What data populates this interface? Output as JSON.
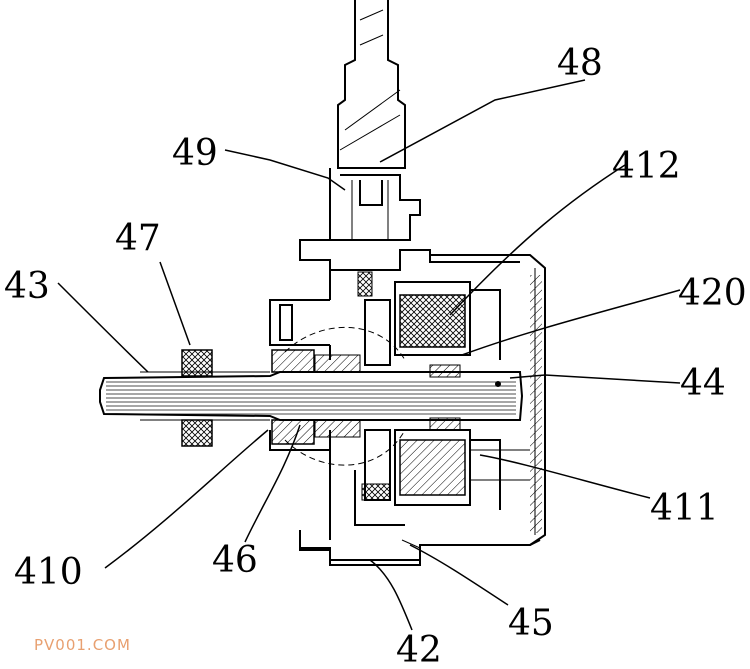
{
  "labels": {
    "l48": "48",
    "l49": "49",
    "l412": "412",
    "l47": "47",
    "l43": "43",
    "l420": "420",
    "l44": "44",
    "l411": "411",
    "l410": "410",
    "l46": "46",
    "l45": "45",
    "l42": "42"
  },
  "watermark": "PV001.COM",
  "colors": {
    "line": "#000000",
    "watermark": "#e8a070",
    "background": "#ffffff"
  }
}
